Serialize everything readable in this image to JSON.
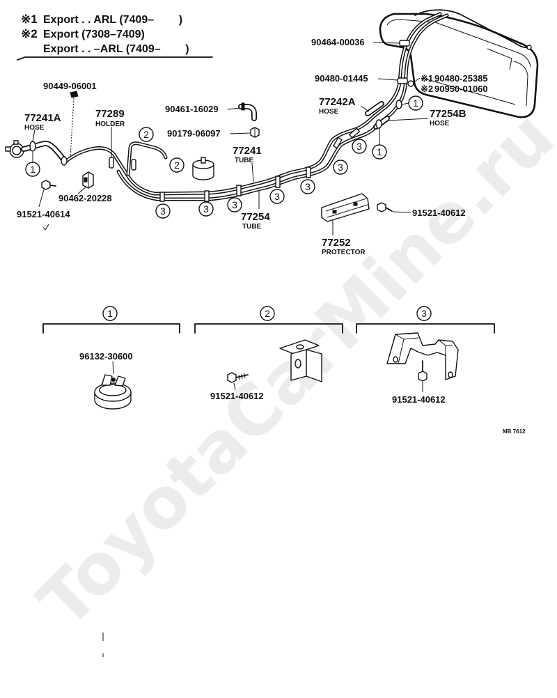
{
  "notes": {
    "n1_mark": "※1",
    "n1_text": "Export . . ARL (7409–        )",
    "n2_mark": "※2",
    "n2_text": "Export (7308–7409)",
    "n3_text": "Export . . –ARL (7409–        )"
  },
  "parts": {
    "p90464_00036": {
      "number": "90464-00036"
    },
    "p90480_01445": {
      "number": "90480-01445"
    },
    "p90480_25385": {
      "mark": "※1",
      "number": "90480-25385"
    },
    "p90950_01060": {
      "mark": "※2",
      "number": "90950-01060"
    },
    "p77242a": {
      "number": "77242A",
      "name": "HOSE"
    },
    "p77254b": {
      "number": "77254B",
      "name": "HOSE"
    },
    "p90449_06001": {
      "number": "90449-06001"
    },
    "p77241a": {
      "number": "77241A",
      "name": "HOSE"
    },
    "p77289": {
      "number": "77289",
      "name": "HOLDER"
    },
    "p90461_16029": {
      "number": "90461-16029"
    },
    "p90179_06097": {
      "number": "90179-06097"
    },
    "p77241": {
      "number": "77241",
      "name": "TUBE"
    },
    "p77254": {
      "number": "77254",
      "name": "TUBE"
    },
    "p90462_20228": {
      "number": "90462-20228"
    },
    "p91521_40614": {
      "number": "91521-40614"
    },
    "p91521_40612": {
      "number": "91521-40612"
    },
    "p77252": {
      "number": "77252",
      "name": "PROTECTOR"
    }
  },
  "callouts": {
    "one": "1",
    "two": "2",
    "three": "3"
  },
  "detail_sections": [
    {
      "label": "1",
      "parts": [
        "96132-30600"
      ]
    },
    {
      "label": "2",
      "parts": [
        "91521-40612"
      ]
    },
    {
      "label": "3",
      "parts": [
        "91521-40612"
      ]
    }
  ],
  "drawing_code": "MB 7612",
  "watermark": "ToyotaCarMine.ru",
  "colors": {
    "line": "#111111",
    "background": "#ffffff",
    "watermark": "#ececec"
  }
}
